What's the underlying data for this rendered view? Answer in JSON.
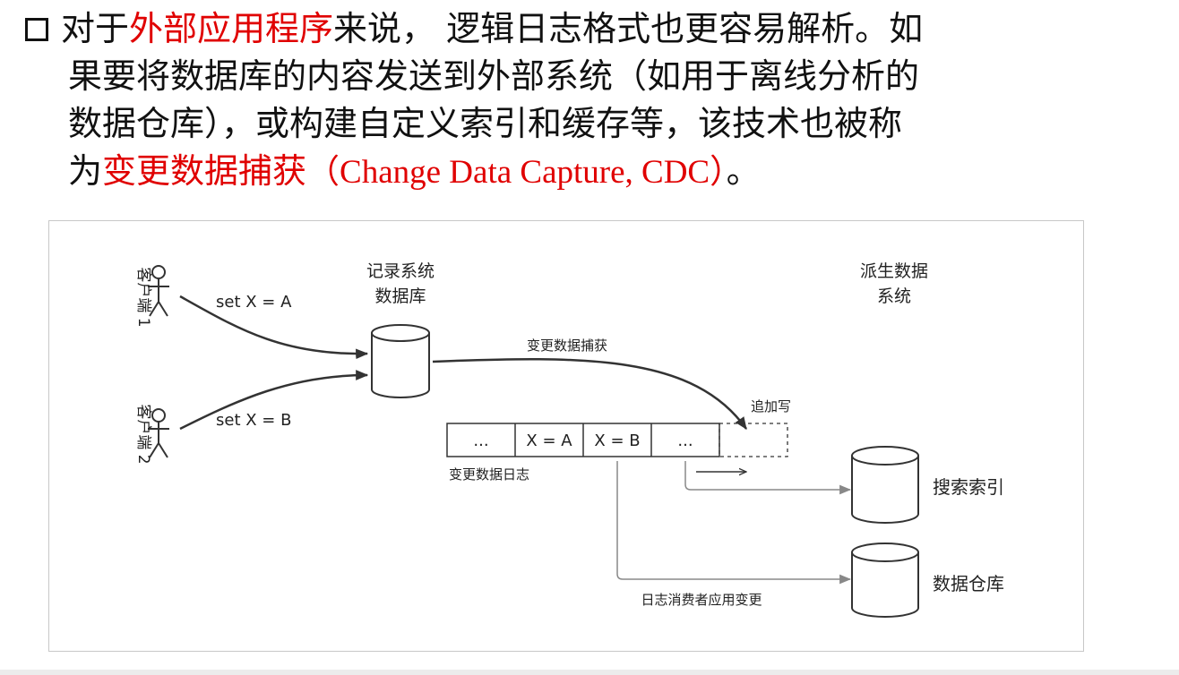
{
  "intro": {
    "line1": {
      "pre": "对于",
      "red": "外部应用程序",
      "post": "来说， 逻辑日志格式也更容易解析。如"
    },
    "line2": "果要将数据库的内容发送到外部系统（如用于离线分析的",
    "line3": "数据仓库），或构建自定义索引和缓存等，该技术也被称",
    "line4": {
      "pre": "为",
      "red": "变更数据捕获",
      "en": "（Change Data Capture, CDC）",
      "post": "。"
    }
  },
  "diagram": {
    "client1": {
      "label": "客户端 1",
      "command": "set X = A"
    },
    "client2": {
      "label": "客户端 2",
      "command": "set X = B"
    },
    "source_db": {
      "line1": "记录系统",
      "line2": "数据库"
    },
    "derived": {
      "line1": "派生数据",
      "line2": "系统"
    },
    "cdc_label": "变更数据捕获",
    "append_label": "追加写",
    "log": {
      "cells": [
        "...",
        "X = A",
        "X = B",
        "..."
      ],
      "label": "变更数据日志"
    },
    "search_index": "搜索索引",
    "data_warehouse": "数据仓库",
    "consumer_label": "日志消费者应用变更"
  },
  "colors": {
    "emphasis": "#e00000",
    "arrow": "#888888",
    "line": "#333333"
  }
}
